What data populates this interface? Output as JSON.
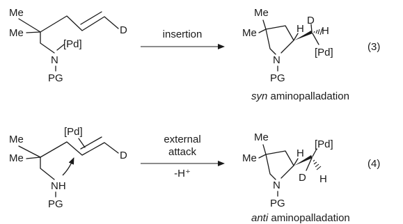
{
  "eq3": {
    "start": {
      "me_top": "Me",
      "me_left": "Me",
      "d": "D",
      "pd": "[Pd]",
      "n": "N",
      "pg": "PG"
    },
    "condition": "insertion",
    "product": {
      "me_top": "Me",
      "me_left": "Me",
      "h_ring": "H",
      "d": "D",
      "h_side": "H",
      "pd": "[Pd]",
      "n": "N",
      "pg": "PG"
    },
    "number": "(3)",
    "caption_italic": "syn",
    "caption_rest": " aminopalladation"
  },
  "eq4": {
    "start": {
      "me_top": "Me",
      "me_left": "Me",
      "pd": "[Pd]",
      "d": "D",
      "nh": "NH",
      "pg": "PG"
    },
    "condition_line1": "external",
    "condition_line2": "attack",
    "condition_line3": "-H⁺",
    "product": {
      "me_top": "Me",
      "me_left": "Me",
      "h_ring": "H",
      "pd": "[Pd]",
      "d": "D",
      "h_side": "H",
      "n": "N",
      "pg": "PG"
    },
    "number": "(4)",
    "caption_italic": "anti",
    "caption_rest": " aminopalladation"
  }
}
